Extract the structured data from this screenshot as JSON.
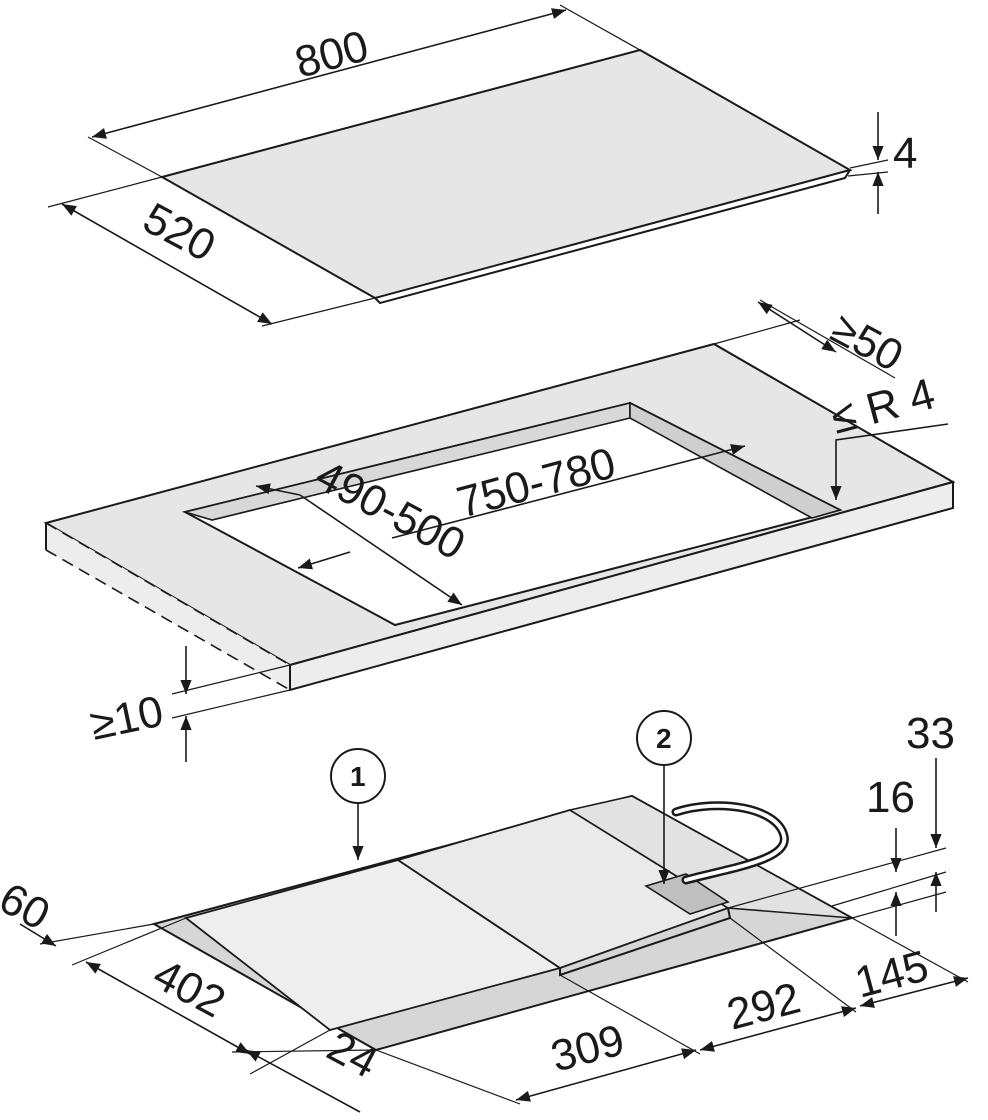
{
  "hob": {
    "width": "800",
    "depth": "520",
    "thickness": "4"
  },
  "cutout": {
    "width": "750-780",
    "depth": "490-500",
    "min_back_clearance": "≥50",
    "corner_radius": "≤ R 4",
    "min_front_clearance": "≥10"
  },
  "underside": {
    "callout_1": "1",
    "callout_2": "2",
    "height_total": "33",
    "height_inner": "16",
    "left_height": "60",
    "front_depth": "402",
    "front_offset": "24",
    "width_left": "309",
    "width_middle": "292",
    "width_right": "145"
  },
  "colors": {
    "surface": "#e6e6e6",
    "line": "#1a1a1a"
  }
}
